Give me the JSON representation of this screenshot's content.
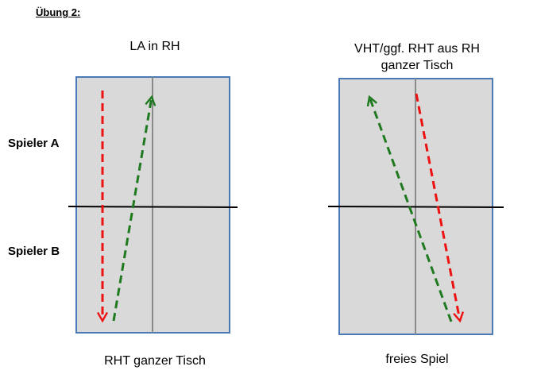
{
  "heading": "Übung 2:",
  "players": {
    "a": "Spieler A",
    "b": "Spieler B"
  },
  "left": {
    "top_label": "LA in RH",
    "bottom_label": "RHT ganzer Tisch"
  },
  "right": {
    "top_label_1": "VHT/ggf. RHT aus RH",
    "top_label_2": "ganzer Tisch",
    "bottom_label": "freies Spiel"
  },
  "colors": {
    "table_fill": "#d9d9d9",
    "table_border": "#4a7ab5",
    "center_line": "#8a8a8a",
    "net_line": "#000000",
    "red_arrow": "#ee1111",
    "green_arrow": "#1f7a1f"
  }
}
